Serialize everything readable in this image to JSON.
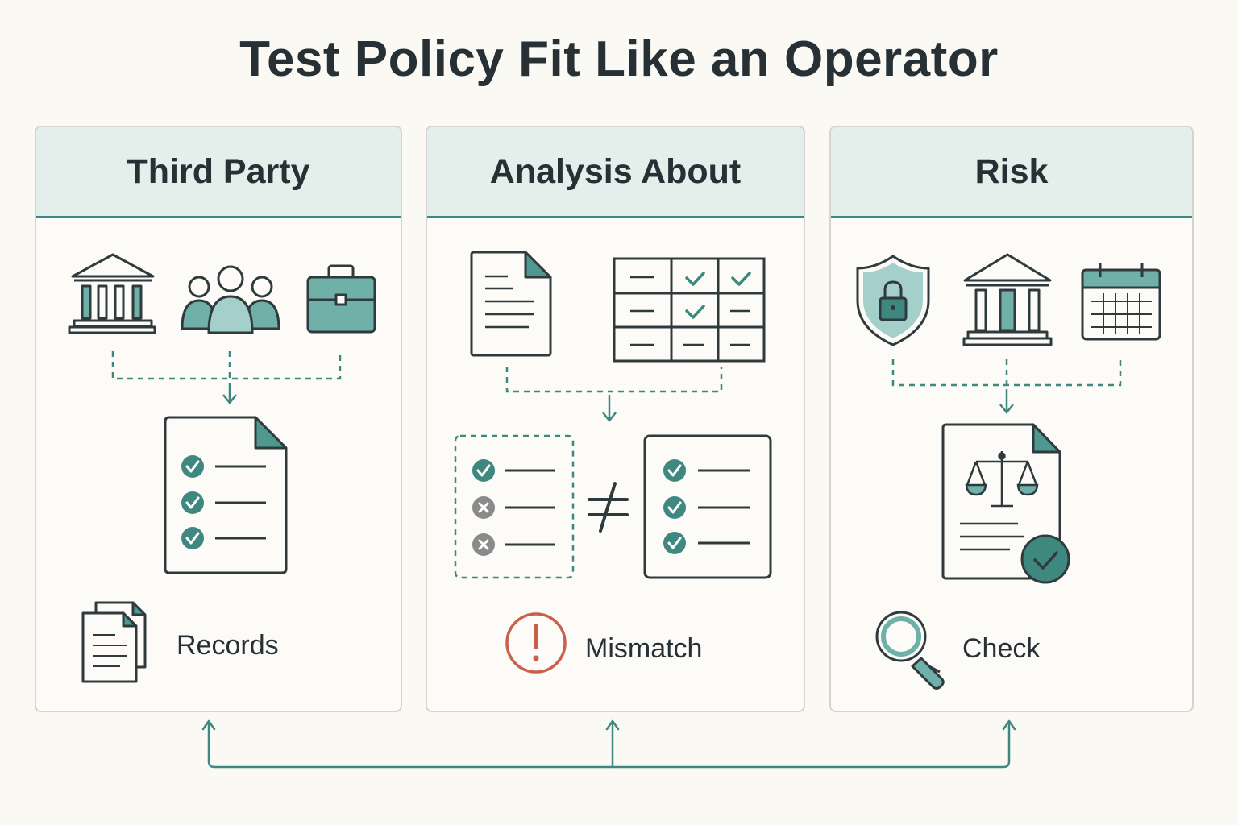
{
  "title": "Test Policy Fit Like an Operator",
  "colors": {
    "background": "#fbf9f4",
    "accent_teal": "#3f8880",
    "icon_fill": "#6fb0a8",
    "header_fill": "#e4eeeb",
    "outline": "#2f3a3d",
    "alert_red": "#c8604c",
    "neutral_gray": "#8a8a8a"
  },
  "panels": [
    {
      "heading": "Third Party",
      "icons": [
        "bank-icon",
        "people-group-icon",
        "briefcase-icon",
        "checklist-document-icon",
        "stacked-documents-icon"
      ],
      "footer_label": "Records"
    },
    {
      "heading": "Analysis About",
      "icons": [
        "document-icon",
        "check-grid-icon",
        "partial-checklist-icon",
        "not-equal-icon",
        "full-checklist-icon",
        "alert-circle-icon"
      ],
      "footer_label": "Mismatch"
    },
    {
      "heading": "Risk",
      "icons": [
        "shield-lock-icon",
        "bank-icon",
        "calendar-icon",
        "legal-scale-document-icon",
        "magnifier-icon"
      ],
      "footer_label": "Check"
    }
  ]
}
